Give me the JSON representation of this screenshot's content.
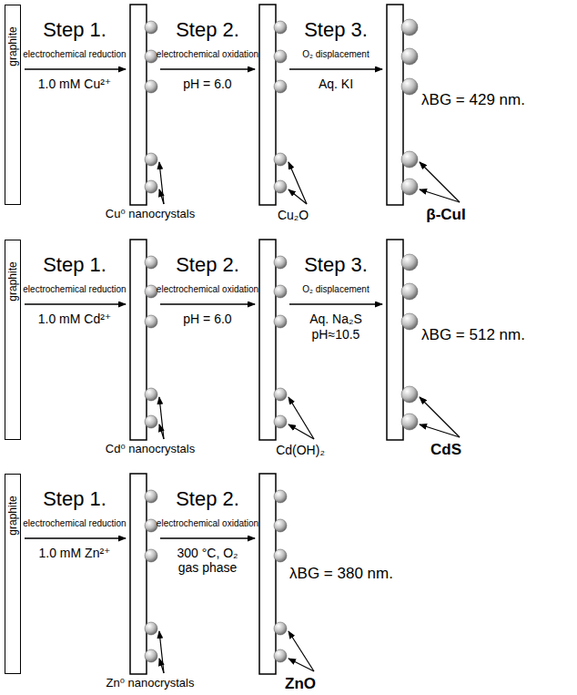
{
  "diagram": {
    "nodes": [
      {
        "text": [
          "graphite"
        ]
      },
      {
        "text": [
          "graphite"
        ]
      },
      {
        "text": [
          "graphite"
        ]
      }
    ],
    "labels": [
      "Step 1.",
      "electrochemical reduction",
      "1.0 mM Cu²⁺",
      "Cu⁰ nanocrystals",
      "Step 2.",
      "electrochemical oxidation",
      "pH = 6.0",
      "Cu₂O",
      "Step 3.",
      "O₂ displacement",
      "Aq. KI",
      "λBG = 429 nm.",
      "β-CuI",
      "Step 1.",
      "electrochemical reduction",
      "1.0 mM Cd²⁺",
      "Cd⁰ nanocrystals",
      "Step 2.",
      "electrochemical oxidation",
      "pH = 6.0",
      "Cd(OH)₂",
      "Step 3.",
      "O₂ displacement",
      "Aq. Na₂S",
      "pH≈10.5",
      "λBG = 512 nm.",
      "CdS",
      "Step 1.",
      "electrochemical reduction",
      "1.0 mM Zn²⁺",
      "Zn⁰ nanocrystals",
      "Step 2.",
      "electrochemical oxidation",
      "300 °C, O₂ gas phase",
      "λBG = 380 nm.",
      "ZnO"
    ]
  }
}
